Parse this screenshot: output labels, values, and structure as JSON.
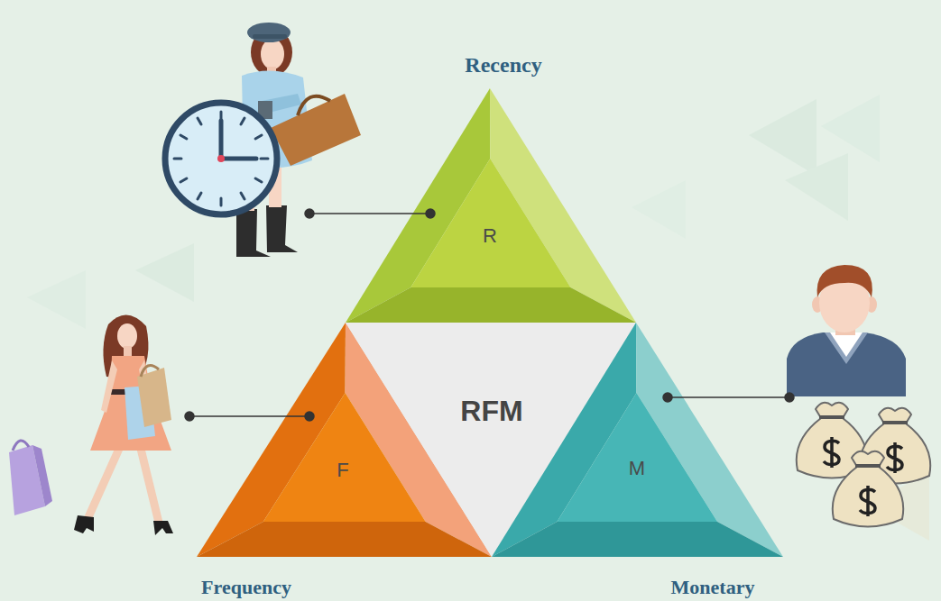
{
  "diagram": {
    "nodes": [
      {
        "text": [
          "Recency",
          "R"
        ]
      },
      {
        "text": [
          "F",
          "Frequency"
        ]
      },
      {
        "text": [
          "RFM"
        ]
      },
      {
        "text": [
          "M",
          "Monetary"
        ]
      }
    ]
  }
}
